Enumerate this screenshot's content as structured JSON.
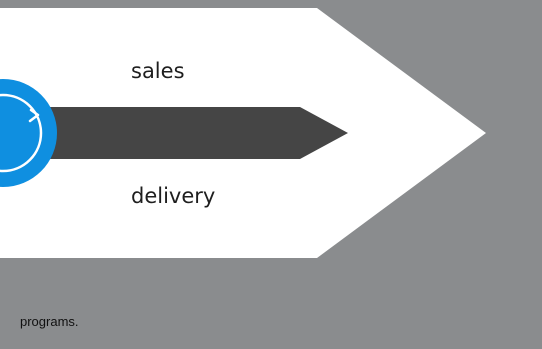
{
  "diagram": {
    "top_label": "sales",
    "bottom_label": "delivery",
    "colors": {
      "background": "#8a8c8e",
      "chevron": "#ffffff",
      "arrow": "#454545",
      "circle": "#0f8fe0",
      "circle_ring": "#ffffff"
    },
    "icons": [
      "cycle-icon"
    ]
  },
  "caption": "programs."
}
